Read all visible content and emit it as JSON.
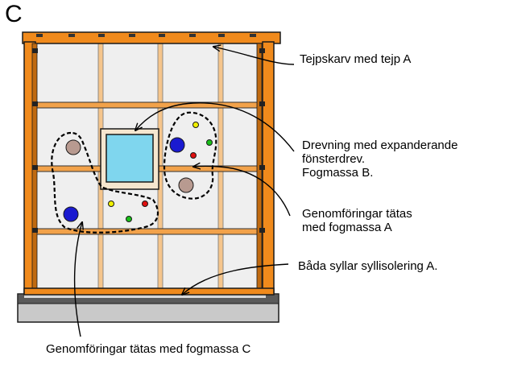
{
  "panel_letter": "C",
  "labels": {
    "tape_joint": "Tejpskarv med tejp A",
    "window_line1": "Drevning med expanderande",
    "window_line2": "fönsterdrev.",
    "window_line3": "Fogmassa B.",
    "penetrations_a_line1": "Genomföringar tätas",
    "penetrations_a_line2": "med fogmassa A",
    "sill": "Båda syllar syllisolering A.",
    "penetrations_c": "Genomföringar tätas med fogmassa C"
  },
  "colors": {
    "timber": "#f08a1c",
    "timber_outline": "#1a1a1a",
    "membrane": "#eeeeee",
    "window_glass": "#7fd6ee",
    "foundation": "#c8c8c8",
    "foundation_dark": "#555555",
    "pipe_large_gray": "#b89a90",
    "pipe_blue": "#1a1ad0",
    "pipe_red": "#e01010",
    "pipe_green": "#19c019",
    "pipe_yellow": "#f0f000"
  }
}
